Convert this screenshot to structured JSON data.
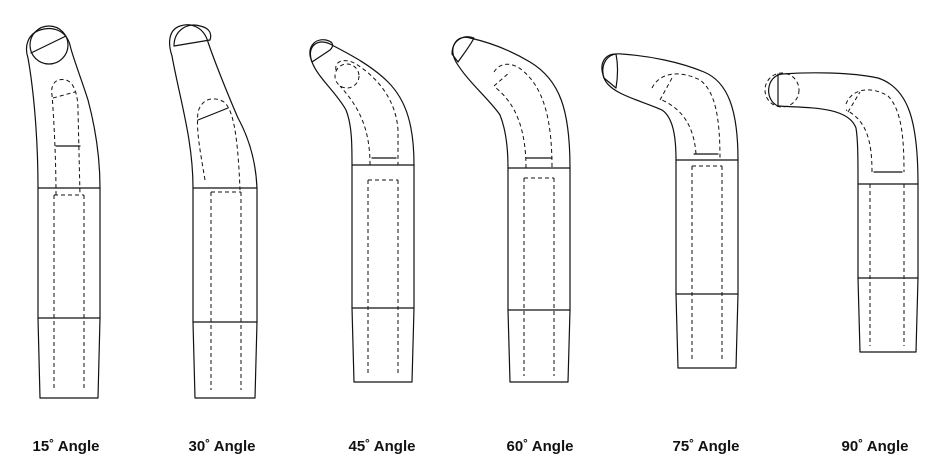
{
  "figure": {
    "labels": [
      "15˚ Angle",
      "30˚ Angle",
      "45˚ Angle",
      "60˚ Angle",
      "75˚ Angle",
      "90˚ Angle"
    ],
    "tools": [
      {
        "label": "15˚ Angle"
      },
      {
        "label": "30˚ Angle"
      },
      {
        "label": "45˚ Angle"
      },
      {
        "label": "60˚ Angle"
      },
      {
        "label": "75˚ Angle"
      },
      {
        "label": "90˚ Angle"
      }
    ]
  }
}
